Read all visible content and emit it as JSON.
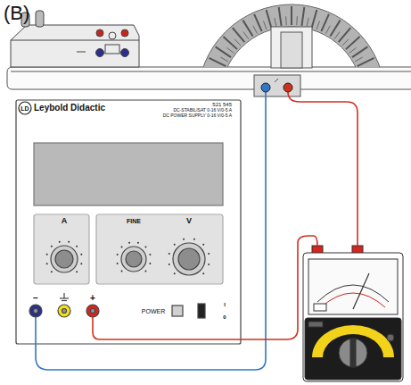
{
  "diagram": {
    "nodes": [
      {
        "text": [
          "LD",
          "Leybold Didactic",
          "521 545",
          "DC-STABILISAT 0-16 V/0-5 A",
          "DC POWER SUPPLY 0-16 V/0-5 A",
          "A",
          "FINE",
          "V",
          "−",
          "+",
          "POWER",
          "I",
          "0"
        ]
      }
    ],
    "labels": [
      "(B)"
    ]
  }
}
